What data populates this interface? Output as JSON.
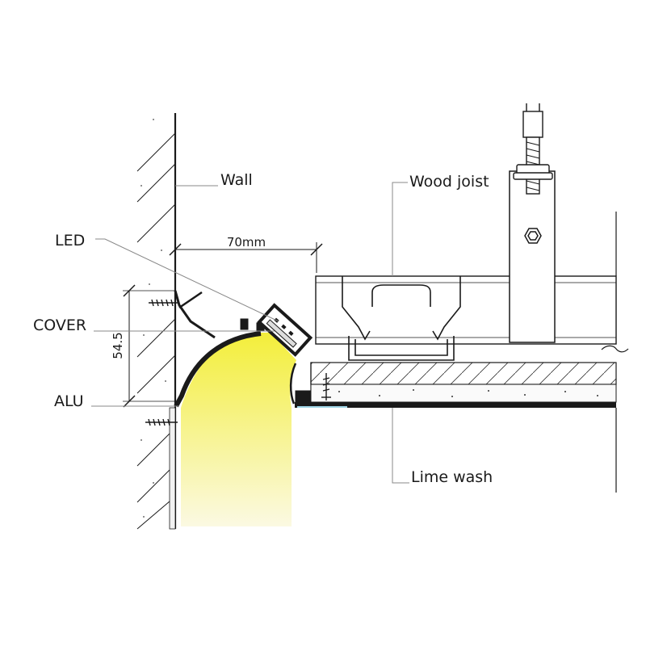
{
  "labels": {
    "wall": "Wall",
    "wood_joist": "Wood joist",
    "led": "LED",
    "cover": "COVER",
    "alu": "ALU",
    "lime_wash": "Lime wash"
  },
  "dimensions": {
    "width": "70mm",
    "height": "54.5"
  },
  "colors": {
    "light_top": "#f3ee3a",
    "light_bottom": "#fbf9e2",
    "line": "#1a1a1a",
    "leader": "#888888"
  }
}
